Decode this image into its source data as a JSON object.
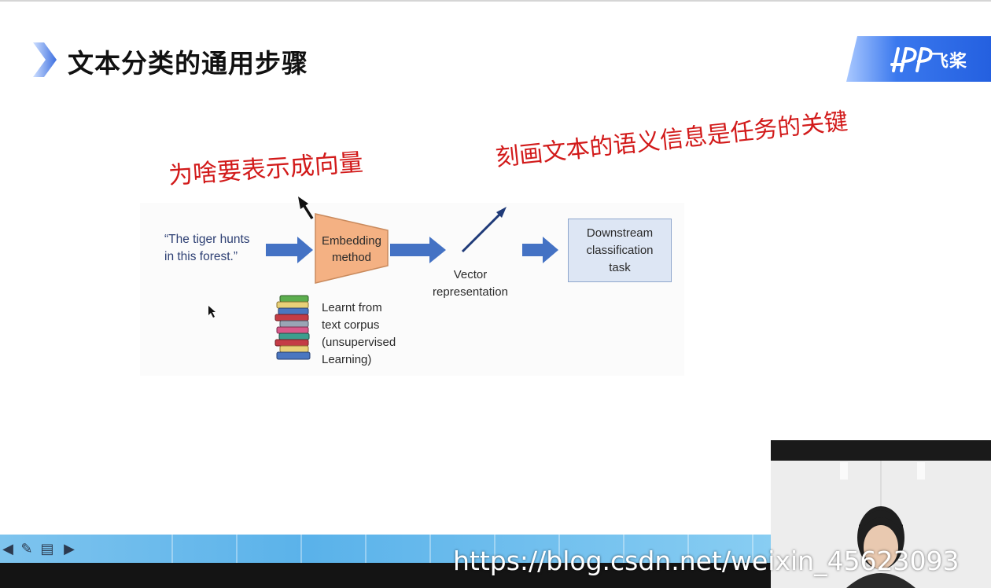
{
  "slide": {
    "title": "文本分类的通用步骤",
    "logo_text": "飞桨"
  },
  "annotations": {
    "left_note": "为啥要表示成向量",
    "right_note": "刻画文本的语义信息是任务的关键"
  },
  "diagram": {
    "sentence_line1": "“The tiger hunts",
    "sentence_line2": "in this forest.”",
    "embedding_line1": "Embedding",
    "embedding_line2": "method",
    "vector_line1": "Vector",
    "vector_line2": "representation",
    "downstream_line1": "Downstream",
    "downstream_line2": "classification",
    "downstream_line3": "task",
    "learnt_line1": "Learnt  from",
    "learnt_line2": "text corpus",
    "learnt_line3": "(unsupervised",
    "learnt_line4": "Learning)"
  },
  "toolbar": {
    "icons": [
      "arrow-left-icon",
      "pen-icon",
      "menu-icon",
      "arrow-right-icon"
    ]
  },
  "watermark": {
    "text": "https://blog.csdn.net/weixin_45623093"
  },
  "colors": {
    "arrow_blue": "#4472c4",
    "embedding_fill": "#f4b183",
    "downstream_fill": "#dde6f4",
    "annotation_red": "#d21a1a",
    "vector_arrow": "#1f3a78"
  }
}
